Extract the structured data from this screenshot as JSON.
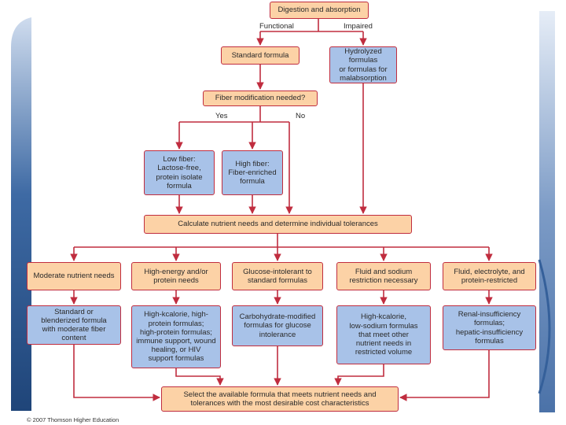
{
  "diagram": {
    "nodes": {
      "digestion": "Digestion and absorption",
      "standard": "Standard formula",
      "hydrolyzed": "Hydrolyzed formulas\nor formulas for\nmalabsorption",
      "fiber_q": "Fiber modification needed?",
      "low_fiber": "Low fiber:\nLactose-free,\nprotein isolate\nformula",
      "high_fiber": "High fiber:\nFiber-enriched\nformula",
      "calculate": "Calculate nutrient needs and determine individual tolerances",
      "moderate": "Moderate nutrient needs",
      "high_energy": "High-energy and/or\nprotein needs",
      "glucose": "Glucose-intolerant to\nstandard formulas",
      "fluid_sodium": "Fluid and sodium\nrestriction necessary",
      "fluid_electrolyte": "Fluid, electrolyte, and\nprotein-restricted",
      "standard_blend": "Standard or\nblenderized formula\nwith moderate fiber\ncontent",
      "high_kcal_protein": "High-kcalorie, high-\nprotein formulas;\nhigh-protein formulas;\nimmune support, wound\nhealing, or HIV\nsupport formulas",
      "carb_modified": "Carbohydrate-modified\nformulas for glucose\nintolerance",
      "high_kcal_sodium": "High-kcalorie,\nlow-sodium formulas\nthat meet other\nnutrient needs in\nrestricted volume",
      "renal": "Renal-insufficiency\nformulas;\nhepatic-insufficiency\nformulas",
      "select": "Select the available formula that meets nutrient needs and\ntolerances with the most desirable cost characteristics"
    },
    "branch_labels": {
      "functional": "Functional",
      "impaired": "Impaired",
      "yes": "Yes",
      "no": "No"
    }
  },
  "footer": {
    "copyright": "© 2007 Thomson Higher Education"
  },
  "colors": {
    "box_orange": "#fcd2a6",
    "box_blue": "#a8c2e8",
    "connector_red": "#c02d3f",
    "slide_blue": "#2f5a91"
  }
}
